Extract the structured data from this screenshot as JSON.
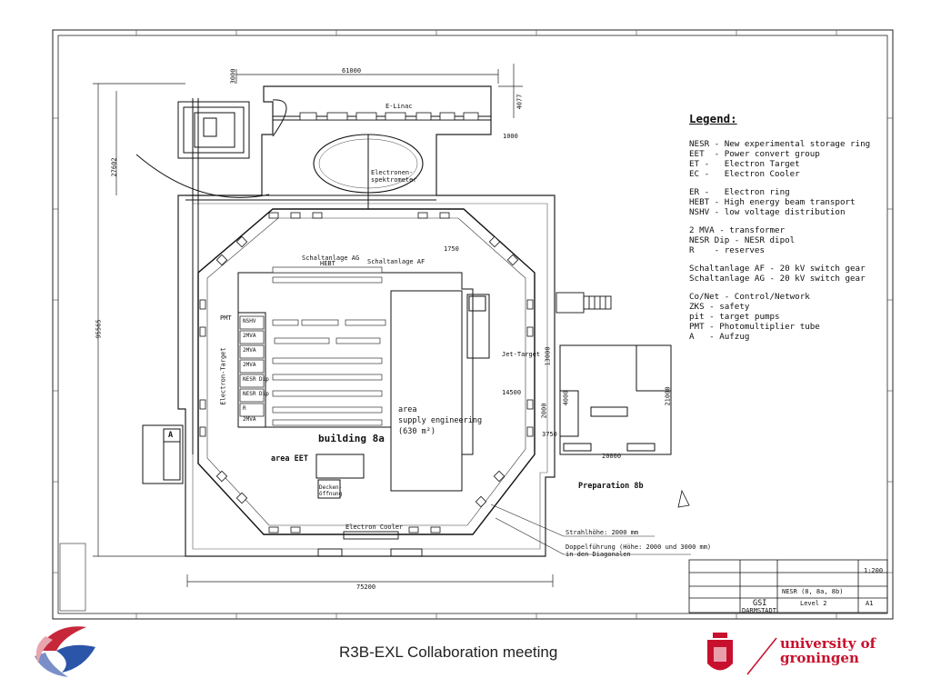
{
  "legend": {
    "title": "Legend:",
    "groups": [
      [
        "NESR - New experimental storage ring",
        "EET  - Power convert group",
        "ET -   Electron Target",
        "EC -   Electron Cooler"
      ],
      [
        "ER -   Electron ring",
        "HEBT - High energy beam transport",
        "NSHV - low voltage distribution"
      ],
      [
        "2 MVA - transformer",
        "NESR Dip - NESR dipol",
        "R    - reserves"
      ],
      [
        "Schaltanlage AF - 20 kV switch gear",
        "Schaltanlage AG - 20 kV switch gear"
      ],
      [
        "Co/Net - Control/Network",
        "ZKS - safety",
        "pit - target pumps",
        "PMT - Photomultiplier tube",
        "A   - Aufzug"
      ]
    ]
  },
  "drawing": {
    "dim_top": "61000",
    "dim_bottom": "75200",
    "dim_left": "95565",
    "dim_left_upper": "27602",
    "dim_3000": "3000",
    "dim_1000": "1000",
    "dim_4077": "4077",
    "dim_1750": "1750",
    "dim_14500": "14500",
    "dim_13000": "13000",
    "dim_21000": "21000",
    "dim_20000": "20000",
    "dim_3750": "3750",
    "dim_4000": "4000",
    "dim_2000": "2000",
    "label_hebt": "HEBT",
    "label_schalt_ag": "Schaltanlage AG",
    "label_schalt_af": "Schaltanlage AF",
    "label_electron_target": "Electron-Target",
    "label_electron_cooler": "Electron Cooler",
    "label_electron_spectrometer": "Electronen-spektrometer",
    "label_jet_target": "Jet-Target",
    "label_elinac": "E-Linac",
    "label_area": "area",
    "label_supply": "supply engineering",
    "label_supply_area": "(630 m²)",
    "label_building": "building 8a",
    "label_area_eet": "area EET",
    "label_preparation": "Preparation 8b",
    "label_strahlhoehe": "Strahlhöhe: 2000 mm",
    "label_doppel1": "Doppelführung (Höhe: 2000 und 3000 mm)",
    "label_doppel2": "in den Diagonalen",
    "label_decken": "Decken-öffnung",
    "label_a": "A",
    "label_pmt": "PMT",
    "sidebox_labels": [
      "NSHV",
      "2MVA",
      "2MVA",
      "2MVA",
      "NESR Dip",
      "NESR Dip",
      "R",
      "2MVA"
    ]
  },
  "titleblock": {
    "project": "NESR (8, 8a, 8b)",
    "level": "Level 2",
    "company1": "GSI",
    "company2": "DARMSTADT",
    "scale": "1:200",
    "sheet": "A1"
  },
  "footer": {
    "meeting": "R3B-EXL Collaboration meeting",
    "university_line1": "university of",
    "university_line2": "groningen"
  }
}
